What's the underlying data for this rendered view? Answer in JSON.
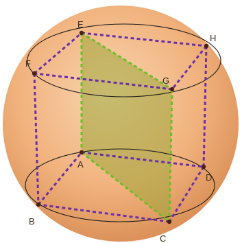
{
  "figure": {
    "colors": {
      "sphere_light": "#f8d5b0",
      "sphere_mid": "#f1b27d",
      "sphere_dark": "#d98e55",
      "section_fill": "#9fa53a",
      "edge_purple": "#6a2fa8",
      "edge_green": "#6dbd2a",
      "ellipse": "#1b1b1b",
      "point": "#4a1f14"
    },
    "vertices": [
      {
        "id": "E",
        "label": "E"
      },
      {
        "id": "H",
        "label": "H"
      },
      {
        "id": "F",
        "label": "F"
      },
      {
        "id": "G",
        "label": "G"
      },
      {
        "id": "A",
        "label": "A"
      },
      {
        "id": "D",
        "label": "D"
      },
      {
        "id": "B",
        "label": "B"
      },
      {
        "id": "C",
        "label": "C"
      }
    ],
    "edges": [
      {
        "from": "E",
        "to": "H",
        "color": "purple"
      },
      {
        "from": "H",
        "to": "G",
        "color": "purple"
      },
      {
        "from": "G",
        "to": "F",
        "color": "purple"
      },
      {
        "from": "F",
        "to": "E",
        "color": "purple"
      },
      {
        "from": "A",
        "to": "D",
        "color": "purple"
      },
      {
        "from": "D",
        "to": "C",
        "color": "purple"
      },
      {
        "from": "C",
        "to": "B",
        "color": "purple"
      },
      {
        "from": "B",
        "to": "A",
        "color": "purple"
      },
      {
        "from": "F",
        "to": "B",
        "color": "purple"
      },
      {
        "from": "H",
        "to": "D",
        "color": "purple"
      },
      {
        "from": "E",
        "to": "A",
        "color": "green"
      },
      {
        "from": "G",
        "to": "C",
        "color": "green"
      },
      {
        "from": "E",
        "to": "G",
        "color": "green"
      },
      {
        "from": "A",
        "to": "C",
        "color": "green"
      }
    ],
    "section": [
      "E",
      "G",
      "C",
      "A"
    ]
  }
}
